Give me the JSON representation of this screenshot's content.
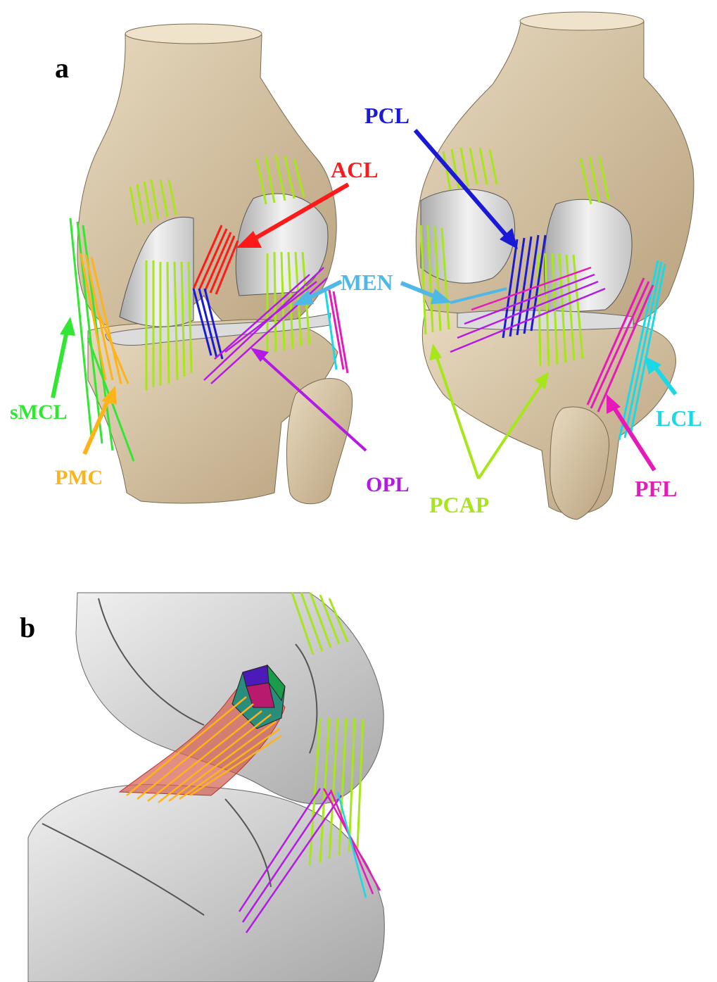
{
  "panels": {
    "a": {
      "letter": "a"
    },
    "b": {
      "letter": "b"
    }
  },
  "labels": {
    "acl": "ACL",
    "pcl": "PCL",
    "men": "MEN",
    "smcl": "sMCL",
    "pmc": "PMC",
    "opl": "OPL",
    "pcap": "PCAP",
    "lcl": "LCL",
    "pfl": "PFL"
  },
  "colors": {
    "bone": "#d9c7a8",
    "bone_shade": "#b9a27e",
    "cartilage": "#e6e6e6",
    "cartilage_shade": "#b5b5b5",
    "acl": "#ff1a1a",
    "pcl": "#1a1ad6",
    "men": "#4fb8e6",
    "smcl": "#33e633",
    "pmc": "#ffb31a",
    "opl": "#b31ae6",
    "pcap": "#a6e61a",
    "lcl": "#1ad9e6",
    "pfl": "#e61ab8"
  },
  "icons": {
    "panel_a_left": "knee-posterior-medial-view",
    "panel_a_right": "knee-posterior-lateral-view",
    "panel_b": "knee-acl-graft-closeup"
  }
}
